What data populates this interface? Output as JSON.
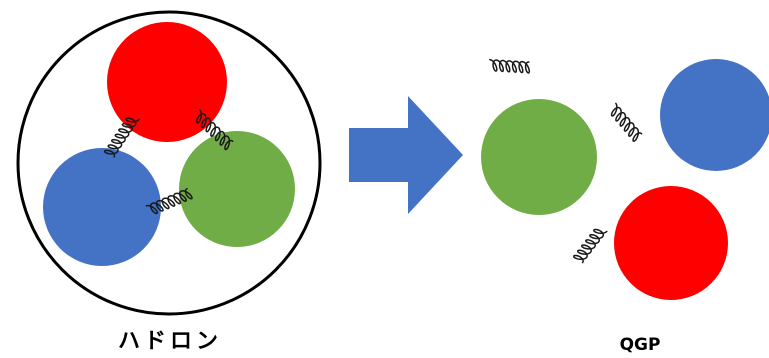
{
  "labels": {
    "hadron": "ハドロン",
    "qgp": "QGP"
  },
  "colors": {
    "red": "#fe0000",
    "green": "#70ad47",
    "blue": "#4472c4",
    "arrow": "#4472c4",
    "outline": "#000000",
    "gluon": "#1a1a1a"
  },
  "hadron": {
    "quarks": [
      {
        "name": "red-quark",
        "color": "red"
      },
      {
        "name": "green-quark",
        "color": "green"
      },
      {
        "name": "blue-quark",
        "color": "blue"
      }
    ],
    "gluon_count": 3
  },
  "qgp": {
    "quarks": [
      {
        "name": "green-quark",
        "color": "green"
      },
      {
        "name": "blue-quark",
        "color": "blue"
      },
      {
        "name": "red-quark",
        "color": "red"
      }
    ],
    "gluon_count": 3
  }
}
